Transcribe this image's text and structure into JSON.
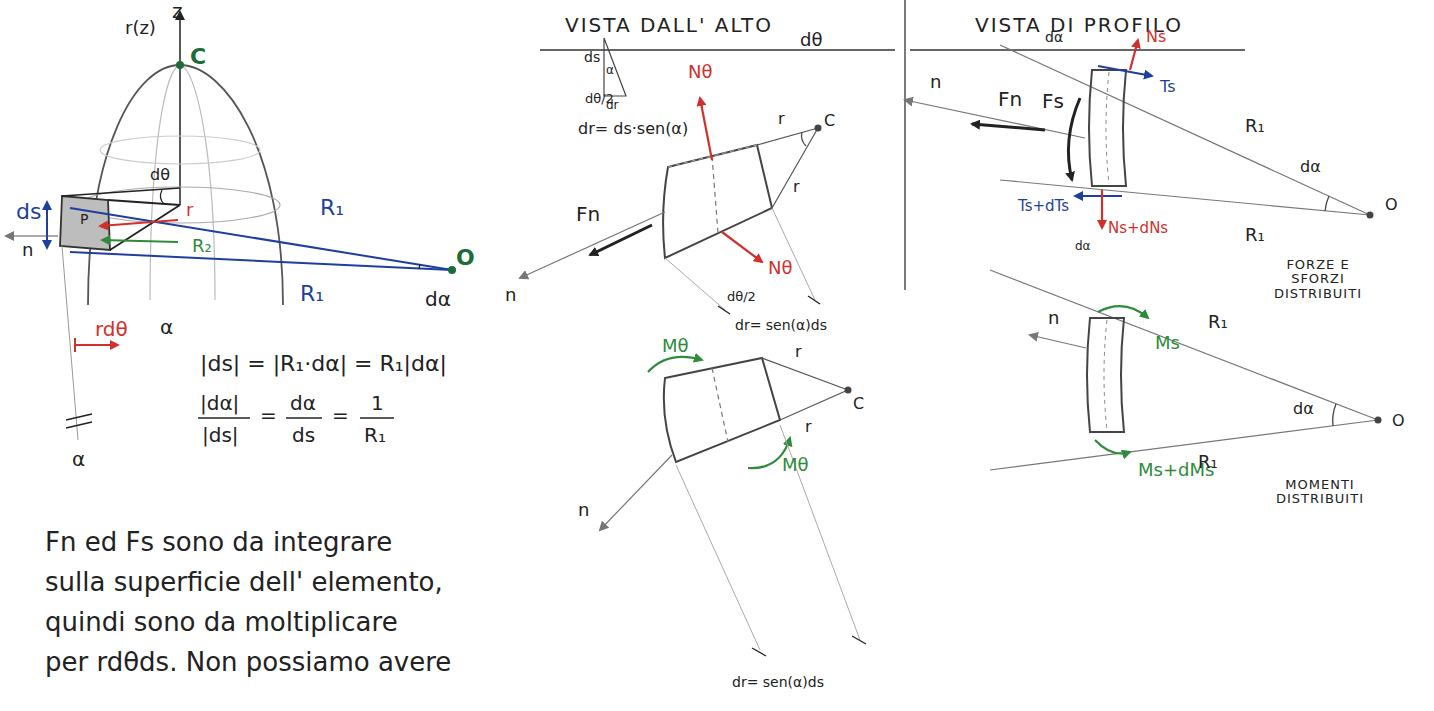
{
  "diagram": {
    "labels": [
      "z",
      "r(z)",
      "C",
      "dθ",
      "ds",
      "n",
      "P",
      "r",
      "R₂",
      "R₁",
      "R₁",
      "O",
      "dα",
      "α",
      "rdθ",
      "α",
      "|ds| = |R₁·dα| = R₁|dα|",
      "|dα|",
      "|ds|",
      "=",
      "dα",
      "ds",
      "=",
      "1",
      "R₁",
      "Fn ed Fs sono da integrare",
      "sulla superficie dell' elemento,",
      "quindi sono da moltiplicare",
      "per rdθds. Non possiamo avere",
      "VISTA DALL' ALTO",
      "ds",
      "α",
      "dr",
      "dr= ds·sen(α)",
      "Nθ",
      "dθ/2",
      "dθ",
      "r",
      "C",
      "r",
      "Fn",
      "n",
      "Nθ",
      "dθ/2",
      "dr= sen(α)ds",
      "Mθ",
      "C",
      "r",
      "r",
      "n",
      "Mθ",
      "dr= sen(α)ds",
      "VISTA DI PROFILO",
      "n",
      "Fn",
      "Fs",
      "dα",
      "Ns",
      "Ts",
      "R₁",
      "dα",
      "Ts+dTs",
      "Ns+dNs",
      "dα",
      "R₁",
      "O",
      "FORZE E SFORZI DISTRIBUITI",
      "Ms",
      "n",
      "R₁",
      "dα",
      "Ms+dMs",
      "R₁",
      "O",
      "MOMENTI DISTRIBUITI"
    ]
  }
}
